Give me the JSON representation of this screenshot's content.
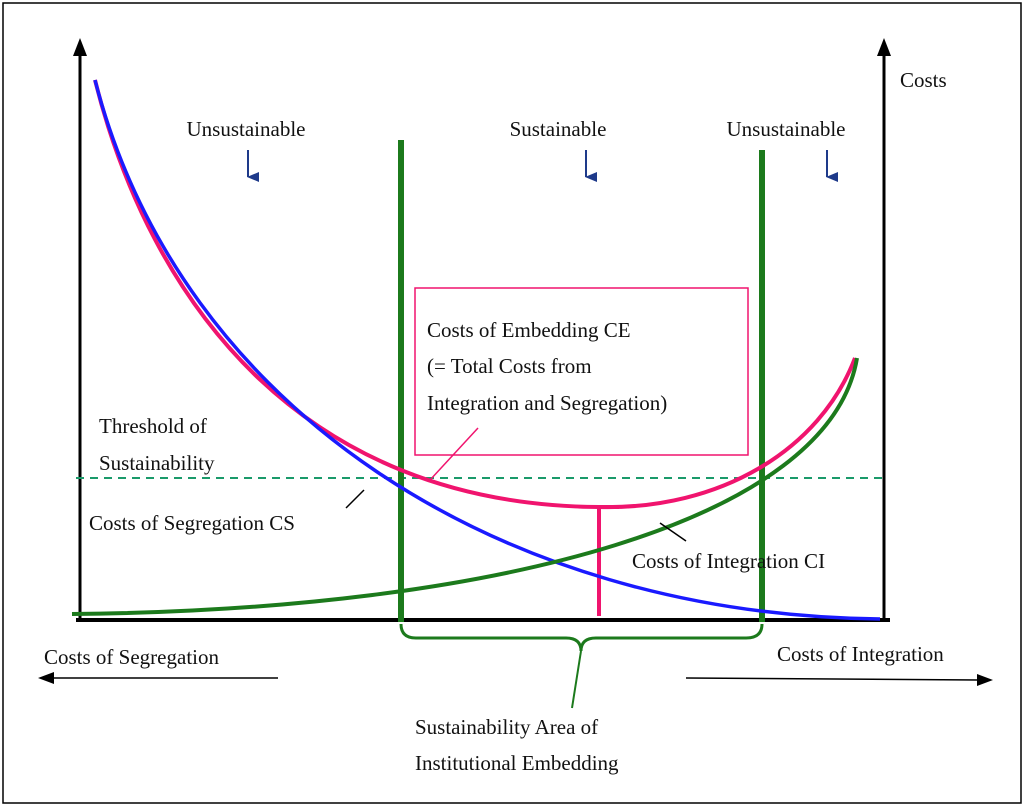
{
  "labels": {
    "costs_axis": "Costs",
    "unsustainable_left": "Unsustainable",
    "sustainable": "Sustainable",
    "unsustainable_right": "Unsustainable",
    "ce_line1": "Costs of Embedding CE",
    "ce_line2": "(= Total Costs from",
    "ce_line3": "Integration and Segregation)",
    "threshold_line1": "Threshold of",
    "threshold_line2": "Sustainability",
    "cs_curve": "Costs of Segregation CS",
    "ci_curve": "Costs of Integration CI",
    "x_left": "Costs of Segregation",
    "x_right": "Costs of Integration",
    "area_line1": "Sustainability Area of",
    "area_line2": "Institutional Embedding"
  },
  "colors": {
    "segregation": "#1a1aff",
    "integration": "#1c7a1c",
    "embedding": "#f0146e",
    "threshold": "#1a9a6a",
    "arrow": "#1e3a8a",
    "axis": "#000000"
  }
}
